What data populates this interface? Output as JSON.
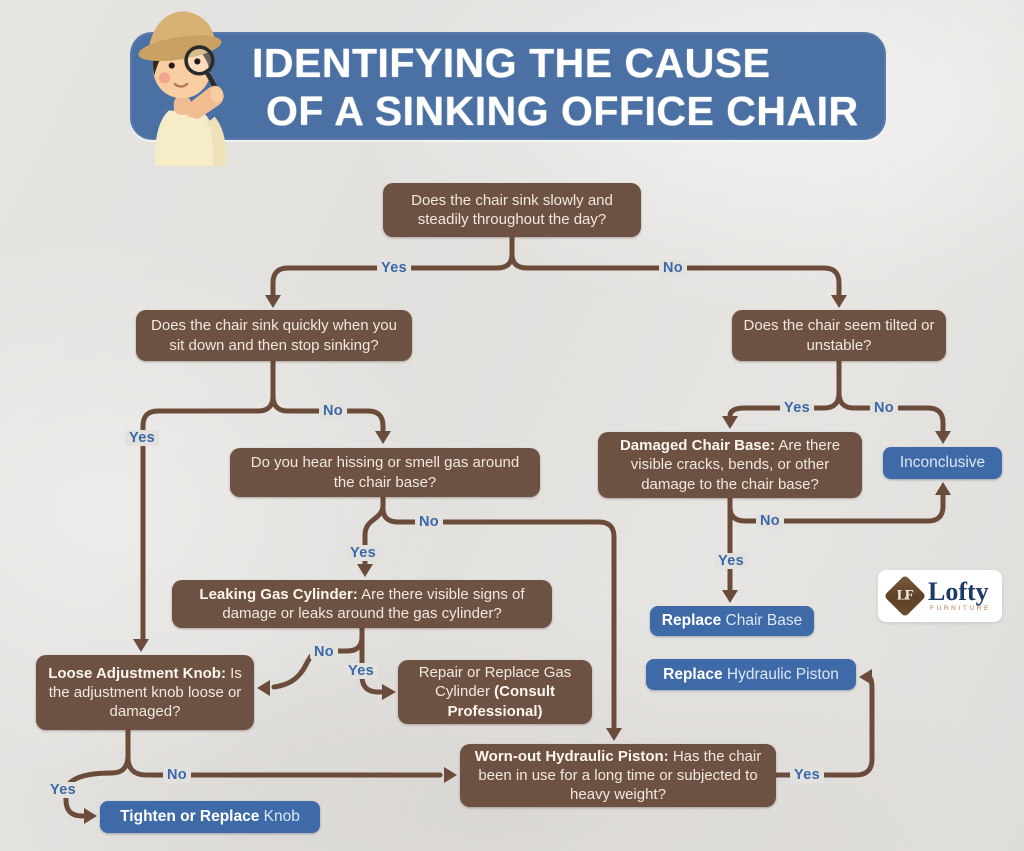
{
  "header": {
    "title_line1": "IDENTIFYING THE CAUSE",
    "title_line2": "OF A SINKING OFFICE CHAIR"
  },
  "nodes": {
    "root": {
      "text": "Does the chair sink slowly and steadily throughout the day?"
    },
    "sink_quickly": {
      "text": "Does the chair sink quickly when you sit down and then stop sinking?"
    },
    "tilted": {
      "text": "Does the chair seem tilted or unstable?"
    },
    "hissing": {
      "text": "Do you hear hissing or smell gas around the chair base?"
    },
    "damaged_base": {
      "bold": "Damaged Chair Base:",
      "rest": " Are there visible cracks, bends, or other damage to the chair base?"
    },
    "leaking_cylinder": {
      "bold": "Leaking Gas Cylinder:",
      "rest": " Are there visible signs of damage or leaks around the gas cylinder?"
    },
    "loose_knob": {
      "bold": "Loose Adjustment Knob:",
      "rest": " Is the adjustment knob loose or damaged?"
    },
    "repair_cylinder": {
      "pre": "Repair or Replace Gas Cylinder ",
      "bold": "(Consult Professional)"
    },
    "worn_piston": {
      "bold": "Worn-out Hydraulic Piston:",
      "rest": " Has the chair been in use for a long time or subjected to heavy weight?"
    }
  },
  "results": {
    "inconclusive": {
      "text": "Inconclusive"
    },
    "replace_base": {
      "bold": "Replace",
      "rest": " Chair Base"
    },
    "replace_piston": {
      "bold": "Replace",
      "rest": " Hydraulic Piston"
    },
    "tighten_knob": {
      "bold": "Tighten or Replace",
      "rest": " Knob"
    }
  },
  "edge_labels": [
    {
      "id": "root-yes",
      "text": "Yes"
    },
    {
      "id": "root-no",
      "text": "No"
    },
    {
      "id": "sink-quickly-yes",
      "text": "Yes"
    },
    {
      "id": "sink-quickly-no",
      "text": "No"
    },
    {
      "id": "tilted-yes",
      "text": "Yes"
    },
    {
      "id": "tilted-no",
      "text": "No"
    },
    {
      "id": "damaged-base-no",
      "text": "No"
    },
    {
      "id": "damaged-base-yes",
      "text": "Yes"
    },
    {
      "id": "hissing-yes",
      "text": "Yes"
    },
    {
      "id": "hissing-no",
      "text": "No"
    },
    {
      "id": "leaking-no",
      "text": "No"
    },
    {
      "id": "leaking-yes",
      "text": "Yes"
    },
    {
      "id": "loose-knob-yes",
      "text": "Yes"
    },
    {
      "id": "loose-knob-no",
      "text": "No"
    },
    {
      "id": "worn-piston-yes",
      "text": "Yes"
    }
  ],
  "logo": {
    "monogram": "LF",
    "name": "Lofty",
    "subtitle": "FURNITURE"
  },
  "colors": {
    "background": "#e4e2df",
    "header_blue": "#4a70a4",
    "node_brown": "#6d5143",
    "connector_brown": "#6b4c3a",
    "result_blue": "#3e6aa7",
    "label_blue": "#3a67a8",
    "node_text_cream": "#f1e8de"
  }
}
